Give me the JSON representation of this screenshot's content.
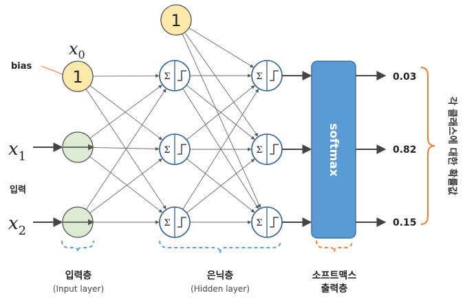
{
  "bias_label": "bias",
  "bias_unit_value": "1",
  "hidden_bias_value": "1",
  "input_symbols": {
    "x0": {
      "base": "x",
      "sub": "0"
    },
    "x1": {
      "base": "x",
      "sub": "1"
    },
    "x2": {
      "base": "x",
      "sub": "2"
    }
  },
  "input_side_label": "입력",
  "neuron_sum_symbol": "Σ",
  "softmax_label": "softmax",
  "outputs": [
    "0.03",
    "0.82",
    "0.15"
  ],
  "probability_caption": "각 클래스에 대한 확률값",
  "layer_labels": {
    "input": {
      "ko": "입력층",
      "en": "(Input layer)"
    },
    "hidden": {
      "ko": "은닉층",
      "en": "(Hidden layer)"
    },
    "output": {
      "ko1": "소프트맥스",
      "ko2": "출력층"
    }
  },
  "colors": {
    "bias_fill": "#fde9a9",
    "input_fill": "#dcebd2",
    "neuron_border": "#2e5f8f",
    "softmax_fill": "#5b9bd5",
    "softmax_border": "#3b6ea5",
    "brace_blue": "#5b9bd5",
    "brace_orange": "#ed7d31",
    "connection": "#666666"
  }
}
